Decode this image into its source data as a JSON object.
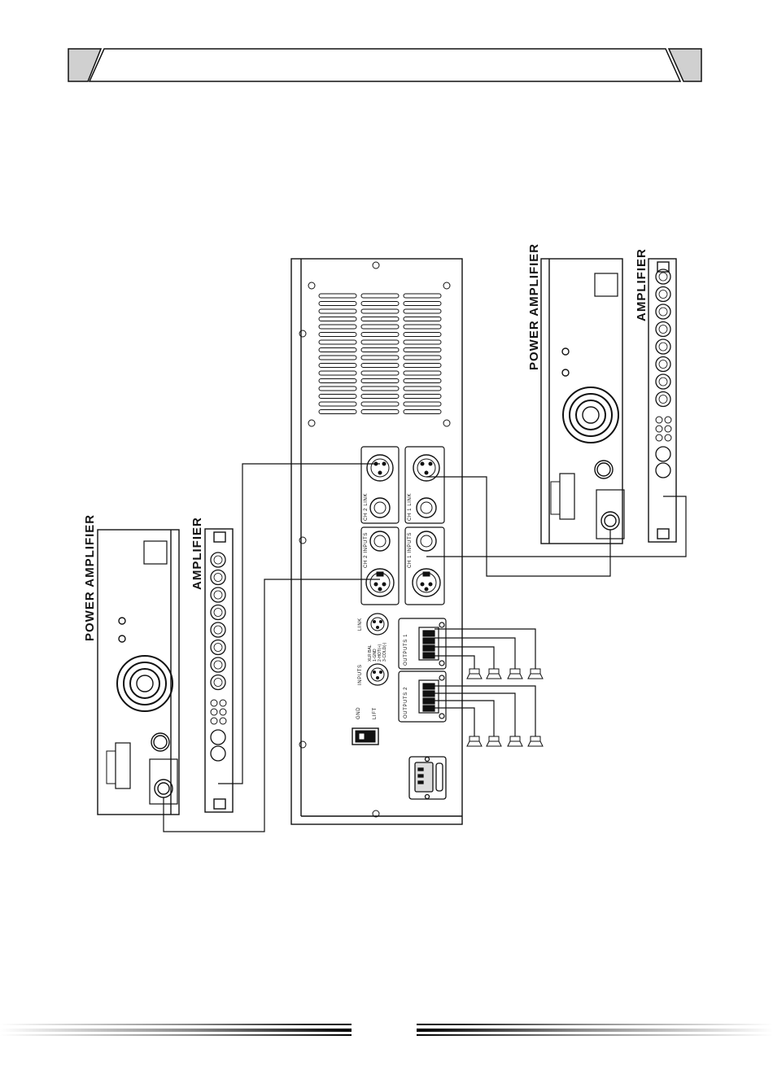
{
  "header": {
    "title": ""
  },
  "devices": {
    "left_amp": {
      "label": "POWER  AMPLIFIER"
    },
    "left_rack": {
      "label": "AMPLIFIER"
    },
    "right_amp": {
      "label": "POWER  AMPLIFIER"
    },
    "right_rack": {
      "label": "AMPLIFIER"
    }
  },
  "main_panel": {
    "ch2_link": "CH 2 LINK",
    "ch1_link": "CH 1 LINK",
    "ch2_inputs": "CH 2 INPUTS",
    "ch1_inputs": "CH 1 INPUTS",
    "link": "LINK",
    "inputs": "INPUTS",
    "xlr_info_1": "XLR BAL",
    "xlr_info_2": "1-GND",
    "xlr_info_3": "2-HOT(+)",
    "xlr_info_4": "3-COLD(-)",
    "outputs_1": "OUTPUTS 1",
    "outputs_2": "OUTPUTS 2",
    "gnd": "GND",
    "lift": "LIFT"
  },
  "colors": {
    "line": "#111111",
    "header_fill": "#d9d9d9"
  },
  "icons": [
    "xlr-connector-icon",
    "jack-socket-icon",
    "fan-grille-icon",
    "speakon-terminal-icon",
    "speaker-icon",
    "power-inlet-icon"
  ]
}
